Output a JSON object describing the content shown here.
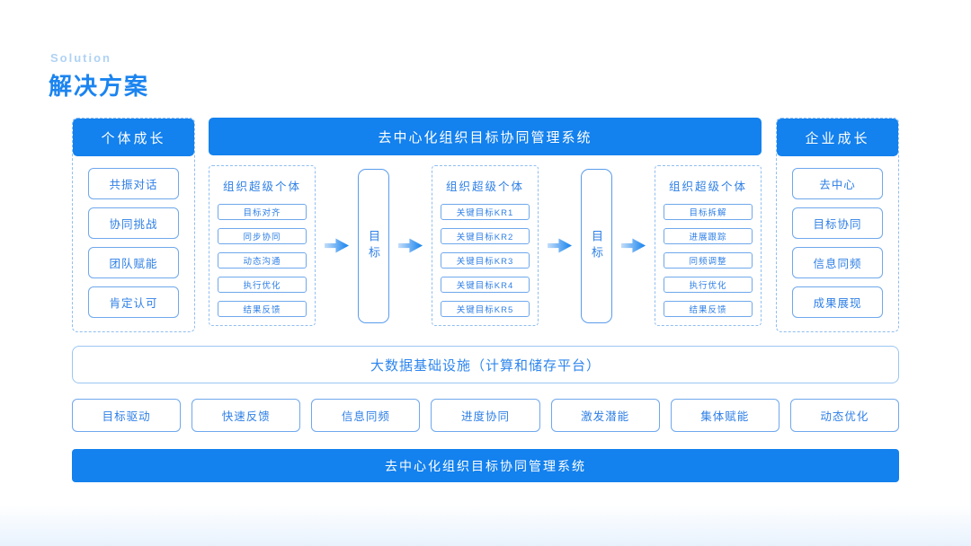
{
  "page": {
    "eyebrow": "Solution",
    "title": "解决方案"
  },
  "colors": {
    "primary": "#1381EE",
    "accent_text": "#2E7FE6",
    "light_border": "#6FA8EC",
    "dashed_border": "#90BEF0",
    "title_text": "#1B84F0",
    "eyebrow_text": "#AFD2F4"
  },
  "columns": {
    "left": {
      "header": "个体成长",
      "items": [
        "共振对话",
        "协同挑战",
        "团队赋能",
        "肯定认可"
      ]
    },
    "right": {
      "header": "企业成长",
      "items": [
        "去中心",
        "目标协同",
        "信息同频",
        "成果展现"
      ]
    }
  },
  "center": {
    "header": "去中心化组织目标协同管理系统",
    "goal_label": "目标",
    "groups": [
      {
        "title": "组织超级个体",
        "items": [
          "目标对齐",
          "同步协同",
          "动态沟通",
          "执行优化",
          "结果反馈"
        ]
      },
      {
        "title": "组织超级个体",
        "items": [
          "关键目标KR1",
          "关键目标KR2",
          "关键目标KR3",
          "关键目标KR4",
          "关键目标KR5"
        ]
      },
      {
        "title": "组织超级个体",
        "items": [
          "目标拆解",
          "进展跟踪",
          "同频调整",
          "执行优化",
          "结果反馈"
        ]
      }
    ]
  },
  "infrastructure": {
    "label": "大数据基础设施（计算和储存平台）"
  },
  "capabilities": [
    "目标驱动",
    "快速反馈",
    "信息同频",
    "进度协同",
    "激发潜能",
    "集体赋能",
    "动态优化"
  ],
  "footer": {
    "label": "去中心化组织目标协同管理系统"
  }
}
